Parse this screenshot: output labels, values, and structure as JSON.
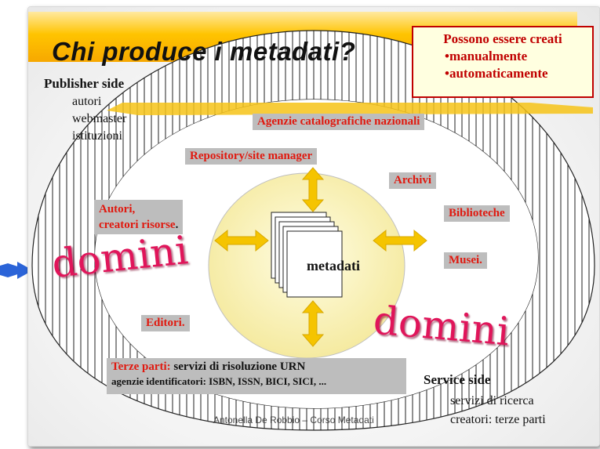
{
  "title": "Chi produce i metadati?",
  "callout": {
    "line1": "Possono essere creati",
    "line2": "•manualmente",
    "line3": "•automaticamente"
  },
  "publisher": {
    "header": "Publisher side",
    "items": [
      "autori",
      "webmaster",
      "istituzioni"
    ]
  },
  "service": {
    "header": "Service side",
    "items": [
      "servizi di ricerca",
      "creatori: terze parti"
    ]
  },
  "labels": {
    "agenzie": "Agenzie catalografiche  nazionali",
    "repository": "Repository/site manager",
    "archivi": "Archivi",
    "autori_line1": "Autori,",
    "autori_line2": "creatori risorse",
    "biblioteche": "Biblioteche",
    "musei": "Musei",
    "editori": "Editori",
    "terze_label": "Terze parti:",
    "terze_rest": " servizi di risoluzione URN",
    "agenzie_id": "agenzie identificatori: ISBN, ISSN, BICI, SICI, ..."
  },
  "center": "metadati",
  "domini": "domini",
  "credit": "Antonella De Robbio – Corso Metadati",
  "colors": {
    "accent_red": "#e0190f",
    "arrow_gold": "#f5c400",
    "domini_pink": "#e0155a",
    "circle_fill": "#fbf6c6",
    "pointer_blue": "#2b64d8"
  }
}
